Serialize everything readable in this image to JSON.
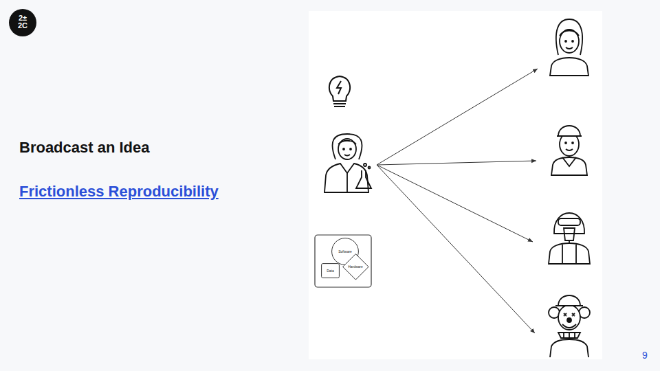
{
  "diagram": {
    "title": "Broadcast an Idea",
    "nodes": [
      {
        "text": [
          "Software"
        ]
      },
      {
        "text": [
          "Data"
        ]
      },
      {
        "text": [
          "Hardware"
        ]
      }
    ],
    "labels": [
      "2± 2C",
      "Frictionless Reproducibility",
      "9"
    ]
  }
}
